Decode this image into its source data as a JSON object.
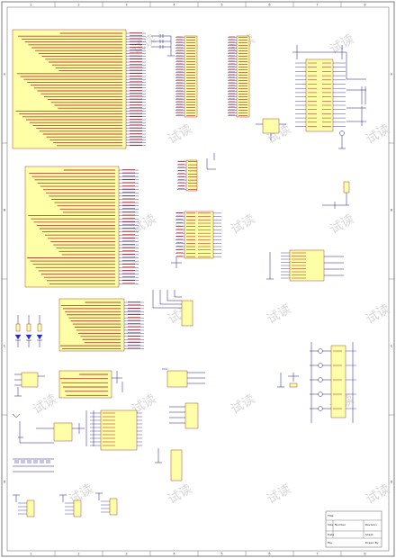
{
  "sheet": {
    "column_markers": [
      "1",
      "2",
      "3",
      "4",
      "5",
      "6",
      "7",
      "8"
    ],
    "row_markers": [
      "A",
      "B",
      "C",
      "D"
    ]
  },
  "watermark": {
    "text": "试读"
  },
  "title_block": {
    "title_label": "Title",
    "size_label": "Size",
    "number_label": "Number",
    "revision_label": "Revision",
    "date_label": "Date",
    "file_label": "File",
    "sheet_label": "Sheet",
    "drawn_by_label": "Drawn By"
  },
  "colors": {
    "border": "#5a5a5a",
    "wire": "#1a1a8c",
    "component_fill": "#ffffa8",
    "component_stroke": "#8b1a1a",
    "label_red": "#b01818",
    "watermark": "#d8d8d8"
  }
}
